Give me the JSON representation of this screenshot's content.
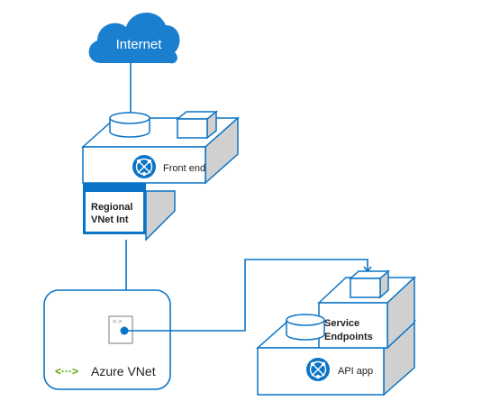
{
  "colors": {
    "blue": "#0a74c6",
    "cloud": "#1b7fd0",
    "side_gray": "#d0d0d0",
    "green": "#57a300",
    "text": "#1f1f1f",
    "white": "#ffffff"
  },
  "icons": [
    "cloud-icon",
    "web-app-globe-icon",
    "database-icon",
    "box-icon",
    "vnet-icon",
    "subnet-endpoint-icon"
  ],
  "nodes": {
    "internet": "Internet",
    "front_end": "Front end",
    "regional_vnet_line1": "Regional",
    "regional_vnet_line2": "VNet Int",
    "azure_vnet": "Azure VNet",
    "service_endpoints_line1": "Service",
    "service_endpoints_line2": "Endpoints",
    "api_app": "API app",
    "subnet_glyph": "<·>",
    "vnet_glyph": "<···>"
  }
}
